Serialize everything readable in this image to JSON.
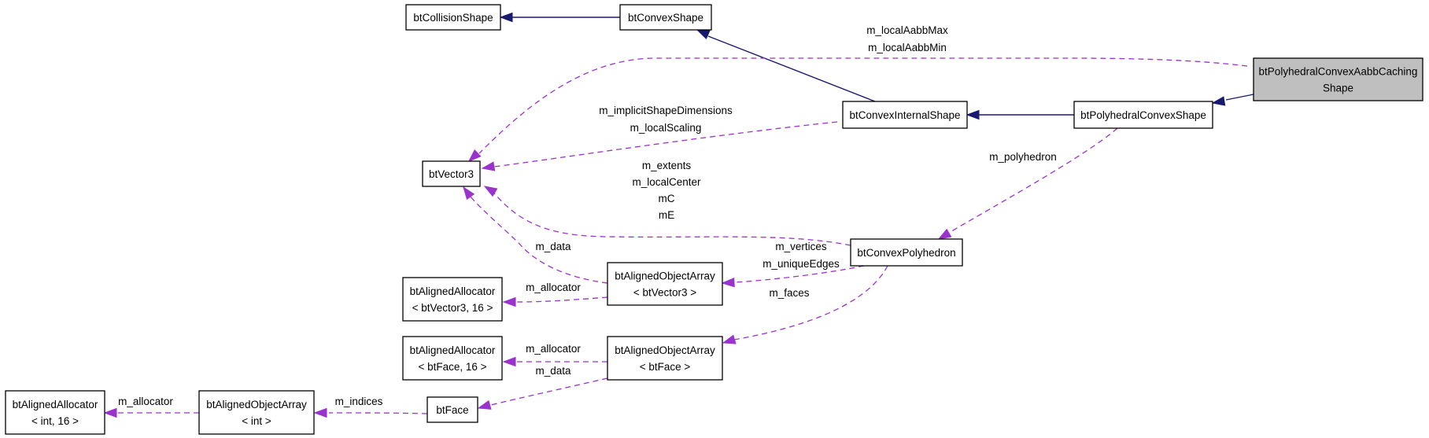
{
  "nodes": [
    {
      "id": "bt_collision_shape",
      "lines": [
        "btCollisionShape"
      ]
    },
    {
      "id": "bt_convex_shape",
      "lines": [
        "btConvexShape"
      ]
    },
    {
      "id": "bt_polyhedral_convex_aabb_caching_shape",
      "lines": [
        "btPolyhedralConvexAabbCaching",
        "Shape"
      ],
      "focus": true
    },
    {
      "id": "bt_convex_internal_shape",
      "lines": [
        "btConvexInternalShape"
      ]
    },
    {
      "id": "bt_polyhedral_convex_shape",
      "lines": [
        "btPolyhedralConvexShape"
      ]
    },
    {
      "id": "bt_vector3",
      "lines": [
        "btVector3"
      ]
    },
    {
      "id": "bt_convex_polyhedron",
      "lines": [
        "btConvexPolyhedron"
      ]
    },
    {
      "id": "bt_aligned_object_array_vector3",
      "lines": [
        "btAlignedObjectArray",
        "< btVector3 >"
      ]
    },
    {
      "id": "bt_aligned_allocator_vector3",
      "lines": [
        "btAlignedAllocator",
        "< btVector3, 16 >"
      ]
    },
    {
      "id": "bt_aligned_allocator_face",
      "lines": [
        "btAlignedAllocator",
        "< btFace, 16 >"
      ]
    },
    {
      "id": "bt_aligned_object_array_face",
      "lines": [
        "btAlignedObjectArray",
        "< btFace >"
      ]
    },
    {
      "id": "bt_aligned_allocator_int",
      "lines": [
        "btAlignedAllocator",
        "< int, 16 >"
      ]
    },
    {
      "id": "bt_aligned_object_array_int",
      "lines": [
        "btAlignedObjectArray",
        "< int >"
      ]
    },
    {
      "id": "bt_face",
      "lines": [
        "btFace"
      ]
    }
  ],
  "edges": [
    {
      "id": "convex_shape_to_collision_shape",
      "kind": "inheritance",
      "labels": []
    },
    {
      "id": "internal_shape_to_convex_shape",
      "kind": "inheritance",
      "labels": []
    },
    {
      "id": "polyhedral_shape_to_internal_shape",
      "kind": "inheritance",
      "labels": []
    },
    {
      "id": "aabb_caching_to_polyhedral_shape",
      "kind": "inheritance",
      "labels": []
    },
    {
      "id": "aabb_caching_to_vector3",
      "kind": "member",
      "labels": [
        "m_localAabbMax",
        "m_localAabbMin"
      ]
    },
    {
      "id": "internal_shape_to_vector3",
      "kind": "member",
      "labels": [
        "m_implicitShapeDimensions",
        "m_localScaling"
      ]
    },
    {
      "id": "polyhedral_shape_to_polyhedron",
      "kind": "member",
      "labels": [
        "m_polyhedron"
      ]
    },
    {
      "id": "polyhedron_to_vector3",
      "kind": "member",
      "labels": [
        "m_extents",
        "m_localCenter",
        "mC",
        "mE"
      ]
    },
    {
      "id": "array_vector3_to_vector3",
      "kind": "member",
      "labels": [
        "m_data"
      ]
    },
    {
      "id": "polyhedron_to_array_vector3",
      "kind": "member",
      "labels": [
        "m_vertices",
        "m_uniqueEdges"
      ]
    },
    {
      "id": "array_vector3_to_allocator",
      "kind": "member",
      "labels": [
        "m_allocator"
      ]
    },
    {
      "id": "polyhedron_to_array_face",
      "kind": "member",
      "labels": [
        "m_faces"
      ]
    },
    {
      "id": "array_face_to_allocator",
      "kind": "member",
      "labels": [
        "m_allocator"
      ]
    },
    {
      "id": "array_face_to_face",
      "kind": "member",
      "labels": [
        "m_data"
      ]
    },
    {
      "id": "face_to_array_int",
      "kind": "member",
      "labels": [
        "m_indices"
      ]
    },
    {
      "id": "array_int_to_allocator",
      "kind": "member",
      "labels": [
        "m_allocator"
      ]
    }
  ],
  "colors": {
    "inheritance": "#191970",
    "member": "#9a32cd",
    "focus_fill": "#bfbfbf"
  }
}
